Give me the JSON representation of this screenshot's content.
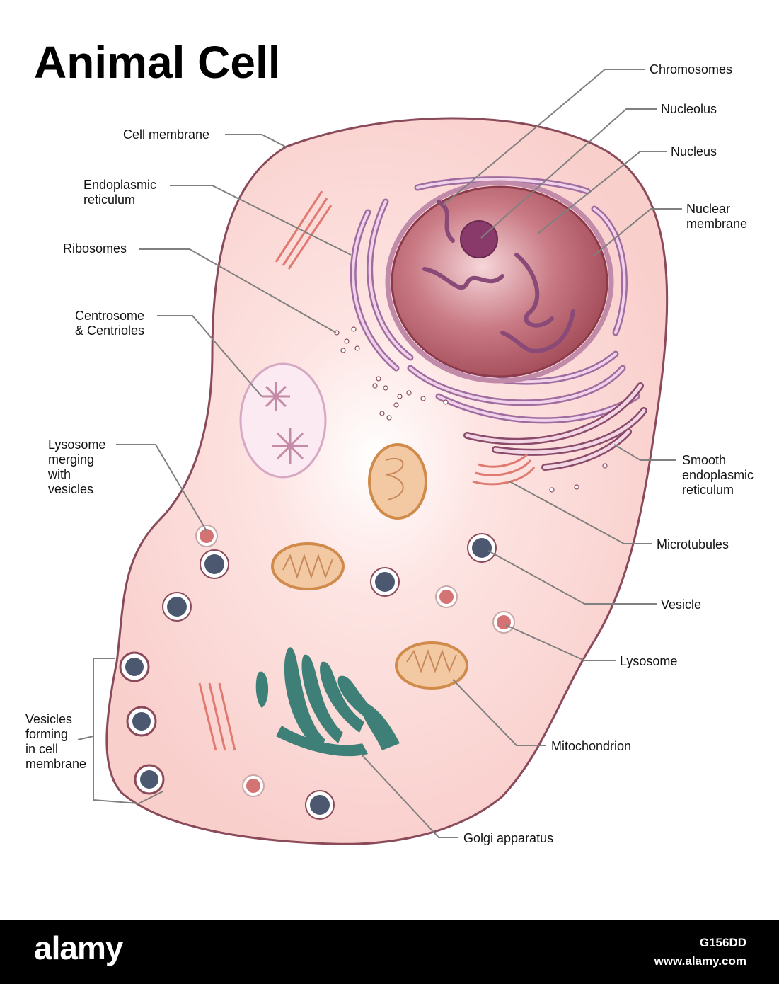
{
  "title": "Animal Cell",
  "labels": {
    "chromosomes": "Chromosomes",
    "nucleolus": "Nucleolus",
    "nucleus": "Nucleus",
    "nuclear_membrane": [
      "Nuclear",
      "membrane"
    ],
    "cell_membrane": "Cell membrane",
    "endoplasmic_reticulum": [
      "Endoplasmic",
      "reticulum"
    ],
    "ribosomes": "Ribosomes",
    "centrosome": [
      "Centrosome",
      "& Centrioles"
    ],
    "lysosome_merging": [
      "Lysosome",
      "merging",
      "with",
      "vesicles"
    ],
    "smooth_er": [
      "Smooth",
      "endoplasmic",
      "reticulum"
    ],
    "microtubules": "Microtubules",
    "vesicle": "Vesicle",
    "lysosome": "Lysosome",
    "mitochondrion": "Mitochondrion",
    "vesicles_forming": [
      "Vesicles",
      "forming",
      "in cell",
      "membrane"
    ],
    "golgi": "Golgi apparatus"
  },
  "footer": {
    "brand": "alamy",
    "image_id": "G156DD",
    "url": "www.alamy.com"
  },
  "colors": {
    "cytoplasm": "#f9cfcc",
    "membrane": "#8a4a5a",
    "nucleus": "#b85a66",
    "nucleolus": "#8a3a6a",
    "er": "#a06ca0",
    "mitochondrion": "#f3c9a4",
    "golgi": "#3e8078",
    "vesicle": "#4c5770",
    "lysosome": "#d47373",
    "microtubule": "#e07a70"
  }
}
